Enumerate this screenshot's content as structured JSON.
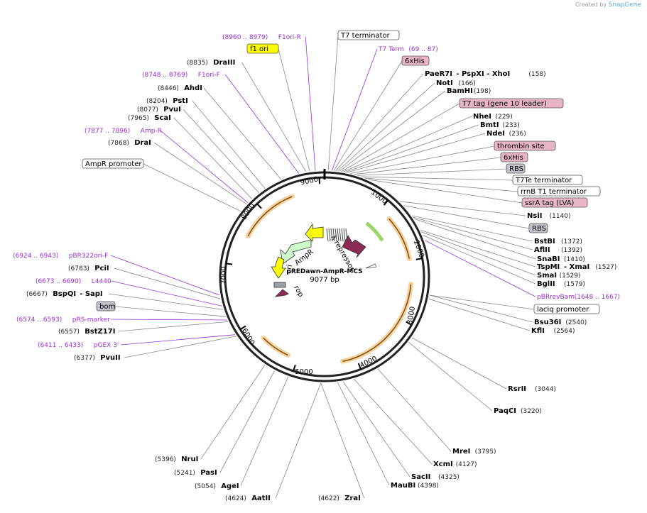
{
  "credit": {
    "prefix": "Created by",
    "brand": "SnapGene"
  },
  "plasmid": {
    "name": "pREDawn-AmpR-MCS",
    "length_label": "9077 bp",
    "length": 9077
  },
  "ticks": [
    "1000",
    "2000",
    "3000",
    "4000",
    "5000",
    "6000",
    "7000",
    "8000",
    "9000"
  ],
  "features": [
    {
      "name": "AmpR",
      "kind": "arrow"
    },
    {
      "name": "λ repressor",
      "kind": "arrow"
    },
    {
      "name": "ori",
      "kind": "arrow"
    },
    {
      "name": "rop",
      "kind": "arrow"
    }
  ],
  "labels": [
    {
      "id": "f1ori-r",
      "pos": "(8960 .. 8979)",
      "name": "F1ori-R",
      "style": "primer"
    },
    {
      "id": "t7-terminator",
      "name": "T7 terminator",
      "style": "box-white"
    },
    {
      "id": "f1-ori",
      "name": "f1 ori",
      "style": "box-yellow"
    },
    {
      "id": "t7-term",
      "pos": "(69 .. 87)",
      "name": "T7 Term",
      "style": "primer"
    },
    {
      "id": "draiii",
      "pos": "(8835)",
      "name": "DraIII",
      "style": "site"
    },
    {
      "id": "his6-a",
      "name": "6xHis",
      "style": "box-pink"
    },
    {
      "id": "paer7i",
      "name": "PaeR7I",
      "extra": "- PspXI  - XhoI",
      "pos": "(158)",
      "style": "site"
    },
    {
      "id": "f1ori-f",
      "pos": "(8748 .. 8769)",
      "name": "F1ori-F",
      "style": "primer"
    },
    {
      "id": "noti",
      "name": "NotI",
      "pos": "(166)",
      "style": "site"
    },
    {
      "id": "ahdi",
      "pos": "(8446)",
      "name": "AhdI",
      "style": "site"
    },
    {
      "id": "bamhi",
      "name": "BamHI",
      "pos": "(198)",
      "style": "site"
    },
    {
      "id": "psti",
      "pos": "(8204)",
      "name": "PstI",
      "style": "site"
    },
    {
      "id": "t7-tag",
      "name": "T7 tag (gene 10 leader)",
      "style": "box-pink"
    },
    {
      "id": "pvui",
      "pos": "(8077)",
      "name": "PvuI",
      "style": "site"
    },
    {
      "id": "scai",
      "pos": "(7965)",
      "name": "ScaI",
      "style": "site"
    },
    {
      "id": "nhei",
      "name": "NheI",
      "pos": "(229)",
      "style": "site"
    },
    {
      "id": "bmti",
      "name": "BmtI",
      "pos": "(233)",
      "style": "site"
    },
    {
      "id": "amp-r",
      "pos": "(7877 .. 7896)",
      "name": "Amp-R",
      "style": "primer"
    },
    {
      "id": "ndei",
      "name": "NdeI",
      "pos": "(236)",
      "style": "site"
    },
    {
      "id": "drai",
      "pos": "(7868)",
      "name": "DraI",
      "style": "site"
    },
    {
      "id": "thrombin",
      "name": "thrombin site",
      "style": "box-pink"
    },
    {
      "id": "his6-b",
      "name": "6xHis",
      "style": "box-pink"
    },
    {
      "id": "ampr-promoter",
      "name": "AmpR promoter",
      "style": "box-white"
    },
    {
      "id": "rbs-a",
      "name": "RBS",
      "style": "box-gray"
    },
    {
      "id": "t7te",
      "name": "T7Te terminator",
      "style": "box-white"
    },
    {
      "id": "rrnb",
      "name": "rrnB T1 terminator",
      "style": "box-white"
    },
    {
      "id": "ssra",
      "name": "ssrA tag (LVA)",
      "style": "box-pink"
    },
    {
      "id": "nsii",
      "name": "NsiI",
      "pos": "(1140)",
      "style": "site"
    },
    {
      "id": "rbs-b",
      "name": "RBS",
      "style": "box-gray"
    },
    {
      "id": "bstbi",
      "name": "BstBI",
      "pos": "(1372)",
      "style": "site"
    },
    {
      "id": "aflii",
      "name": "AflII",
      "pos": "(1392)",
      "style": "site"
    },
    {
      "id": "pbr322ori",
      "pos": "(6924 .. 6943)",
      "name": "pBR322ori-F",
      "style": "primer"
    },
    {
      "id": "snabi",
      "name": "SnaBI",
      "pos": "(1410)",
      "style": "site"
    },
    {
      "id": "tspmi",
      "name": "TspMI",
      "extra": "- XmaI",
      "pos": "(1527)",
      "style": "site"
    },
    {
      "id": "pcii",
      "pos": "(6783)",
      "name": "PciI",
      "style": "site"
    },
    {
      "id": "smai",
      "name": "SmaI",
      "pos": "(1529)",
      "style": "site"
    },
    {
      "id": "l4440",
      "pos": "(6673 .. 6690)",
      "name": "L4440",
      "style": "primer"
    },
    {
      "id": "bglii",
      "name": "BglII",
      "pos": "(1579)",
      "style": "site"
    },
    {
      "id": "bspqi",
      "pos": "(6667)",
      "name": "BspQI",
      "extra": "- SapI",
      "style": "site"
    },
    {
      "id": "pbrrevbam",
      "name": "pBRrevBam",
      "pos": "(1648 .. 1667)",
      "style": "primer"
    },
    {
      "id": "bom",
      "name": "bom",
      "style": "box-gray"
    },
    {
      "id": "laciq",
      "name": "lacIq promoter",
      "style": "box-white"
    },
    {
      "id": "prs-marker",
      "pos": "(6574 .. 6593)",
      "name": "pRS-marker",
      "style": "primer"
    },
    {
      "id": "bsu36i",
      "name": "Bsu36I",
      "pos": "(2540)",
      "style": "site"
    },
    {
      "id": "bstz17i",
      "pos": "(6557)",
      "name": "BstZ17I",
      "style": "site"
    },
    {
      "id": "kfli",
      "name": "KflI",
      "pos": "(2564)",
      "style": "site"
    },
    {
      "id": "pgex3",
      "pos": "(6411 .. 6433)",
      "name": "pGEX 3'",
      "style": "primer"
    },
    {
      "id": "pvuii",
      "pos": "(6377)",
      "name": "PvuII",
      "style": "site"
    },
    {
      "id": "rsrii",
      "name": "RsrII",
      "pos": "(3044)",
      "style": "site"
    },
    {
      "id": "paqci",
      "name": "PaqCI",
      "pos": "(3220)",
      "style": "site"
    },
    {
      "id": "drei",
      "name": "MreI",
      "pos": "(3795)",
      "style": "site"
    },
    {
      "id": "nrui",
      "pos": "(5396)",
      "name": "NruI",
      "style": "site"
    },
    {
      "id": "xcmi",
      "name": "XcmI",
      "pos": "(4127)",
      "style": "site"
    },
    {
      "id": "pasi",
      "pos": "(5241)",
      "name": "PasI",
      "style": "site"
    },
    {
      "id": "sacii",
      "name": "SacII",
      "pos": "(4325)",
      "style": "site"
    },
    {
      "id": "agei",
      "pos": "(5054)",
      "name": "AgeI",
      "style": "site"
    },
    {
      "id": "maubi",
      "name": "MauBI",
      "pos": "(4398)",
      "style": "site"
    },
    {
      "id": "aatii",
      "pos": "(4624)",
      "name": "AatII",
      "style": "site"
    },
    {
      "id": "zrai",
      "name": "ZraI",
      "pos": "(4622)",
      "style": "site"
    }
  ],
  "colors": {
    "backbone": "#222222",
    "site": "#000000",
    "primer": "#9b30d9",
    "pos": "#222222",
    "yellow": "#ffff00",
    "pink": "#e8b4c8",
    "gray": "#c0c4c8",
    "ampr": "#ccffcc",
    "lambda": "#8b2a52",
    "rop": "#8b2a52",
    "ori": "#ffff00",
    "orf": "#f0b860"
  }
}
